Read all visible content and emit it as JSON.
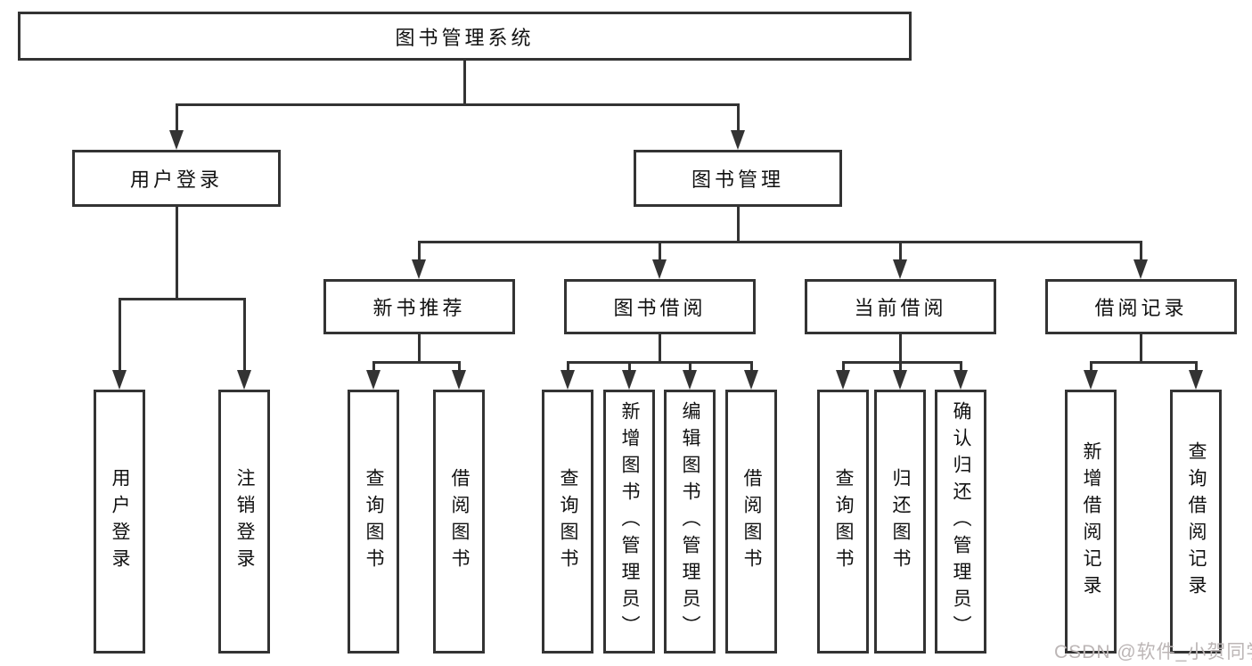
{
  "diagram": {
    "type": "tree-structure-diagram",
    "colors": {
      "background": "#ffffff",
      "line": "#333333",
      "box_border": "#333333",
      "box_fill": "#ffffff",
      "text": "#111111",
      "watermark": "#bcb6b6"
    },
    "tree": {
      "label": "图书管理系统",
      "children": [
        {
          "label": "用户登录",
          "children": [
            {
              "label": "用户登录"
            },
            {
              "label": "注销登录"
            }
          ]
        },
        {
          "label": "图书管理",
          "children": [
            {
              "label": "新书推荐",
              "children": [
                {
                  "label": "查询图书"
                },
                {
                  "label": "借阅图书"
                }
              ]
            },
            {
              "label": "图书借阅",
              "children": [
                {
                  "label": "查询图书"
                },
                {
                  "label": "新增图书（管理员）"
                },
                {
                  "label": "编辑图书（管理员）"
                },
                {
                  "label": "借阅图书"
                }
              ]
            },
            {
              "label": "当前借阅",
              "children": [
                {
                  "label": "查询图书"
                },
                {
                  "label": "归还图书"
                },
                {
                  "label": "确认归还（管理员）"
                }
              ]
            },
            {
              "label": "借阅记录",
              "children": [
                {
                  "label": "新增借阅记录"
                },
                {
                  "label": "查询借阅记录"
                }
              ]
            }
          ]
        }
      ]
    }
  },
  "nodes": {
    "root": {
      "label": "图书管理系统"
    },
    "user_login": {
      "label": "用户登录"
    },
    "book_mgmt": {
      "label": "图书管理"
    },
    "new_book_rec": {
      "label": "新书推荐"
    },
    "book_borrow": {
      "label": "图书借阅"
    },
    "current_borrow": {
      "label": "当前借阅"
    },
    "borrow_record": {
      "label": "借阅记录"
    },
    "leaf_user_login": {
      "label": "用户登录"
    },
    "leaf_logout": {
      "label": "注销登录"
    },
    "leaf_query_book_a": {
      "label": "查询图书"
    },
    "leaf_borrow_book_a": {
      "label": "借阅图书"
    },
    "leaf_query_book_b": {
      "label": "查询图书"
    },
    "leaf_add_book": {
      "label": "新增图书（管理员）"
    },
    "leaf_edit_book": {
      "label": "编辑图书（管理员）"
    },
    "leaf_borrow_book_b": {
      "label": "借阅图书"
    },
    "leaf_query_book_c": {
      "label": "查询图书"
    },
    "leaf_return_book": {
      "label": "归还图书"
    },
    "leaf_confirm_return": {
      "label": "确认归还（管理员）"
    },
    "leaf_add_record": {
      "label": "新增借阅记录"
    },
    "leaf_query_record": {
      "label": "查询借阅记录"
    }
  },
  "watermark": {
    "text": "CSDN @软件_小贺同学"
  }
}
